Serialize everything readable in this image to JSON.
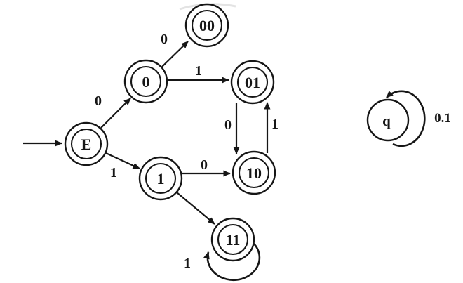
{
  "diagram": {
    "kind": "finite-automaton-state-diagram",
    "colors": {
      "stroke": "#161616",
      "background": "#ffffff"
    },
    "start_state": "E",
    "states": [
      {
        "id": "E",
        "label": "E",
        "double_circle": true
      },
      {
        "id": "0",
        "label": "0",
        "double_circle": true
      },
      {
        "id": "00",
        "label": "00",
        "double_circle": true
      },
      {
        "id": "01",
        "label": "01",
        "double_circle": true
      },
      {
        "id": "1",
        "label": "1",
        "double_circle": true
      },
      {
        "id": "10",
        "label": "10",
        "double_circle": true
      },
      {
        "id": "11",
        "label": "11",
        "double_circle": true
      },
      {
        "id": "q",
        "label": "q",
        "double_circle": false
      }
    ],
    "transitions": [
      {
        "from": "E",
        "to": "0",
        "label": "0"
      },
      {
        "from": "E",
        "to": "1",
        "label": "1"
      },
      {
        "from": "0",
        "to": "00",
        "label": "0"
      },
      {
        "from": "0",
        "to": "01",
        "label": "1"
      },
      {
        "from": "01",
        "to": "10",
        "label": "0"
      },
      {
        "from": "10",
        "to": "01",
        "label": "1"
      },
      {
        "from": "1",
        "to": "10",
        "label": "0"
      },
      {
        "from": "1",
        "to": "11",
        "label": ""
      },
      {
        "from": "11",
        "to": "11",
        "label": "1"
      },
      {
        "from": "q",
        "to": "q",
        "label": "0.1"
      }
    ]
  }
}
